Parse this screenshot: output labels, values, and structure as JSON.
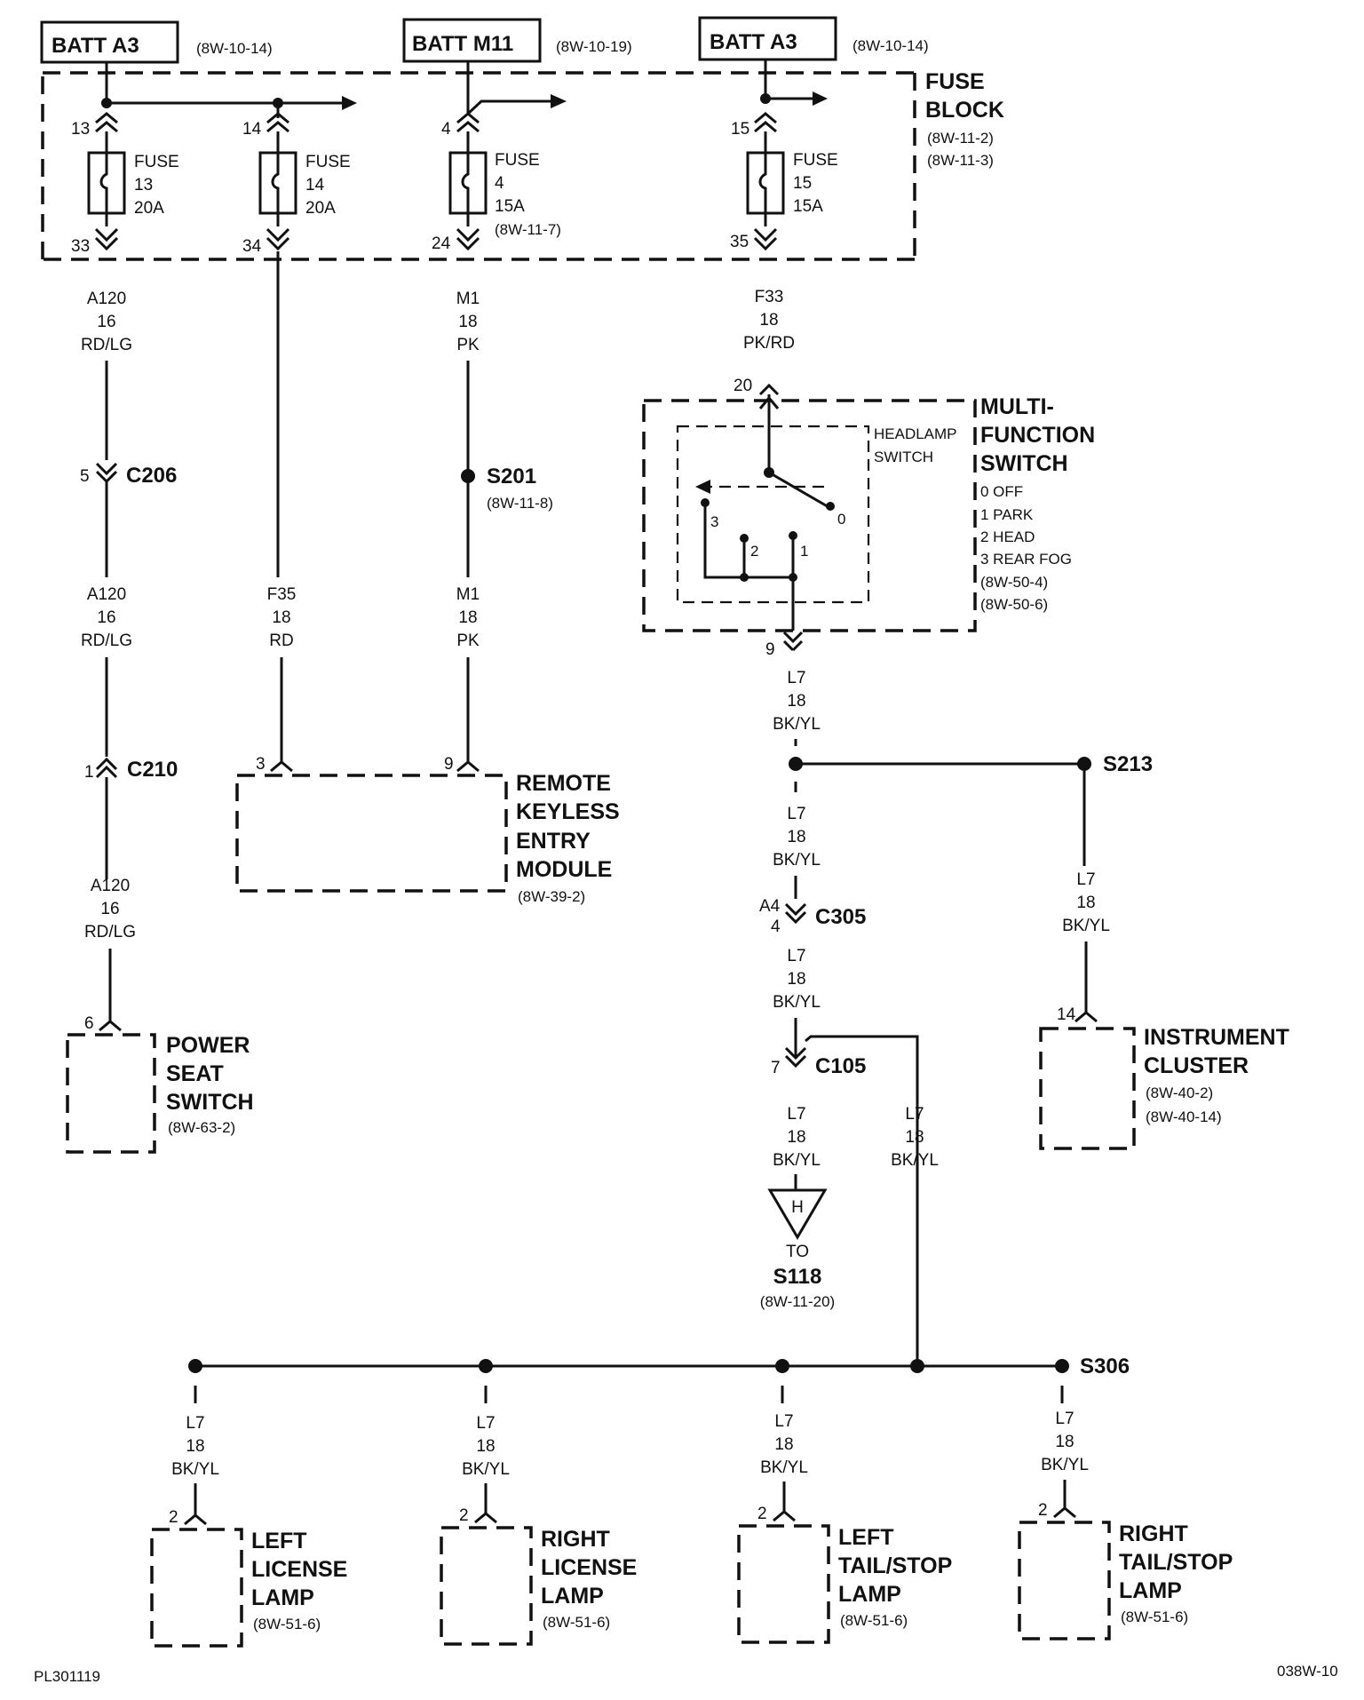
{
  "sources": [
    {
      "label": "BATT A3",
      "ref": "(8W-10-14)"
    },
    {
      "label": "BATT M11",
      "ref": "(8W-10-19)"
    },
    {
      "label": "BATT A3",
      "ref": "(8W-10-14)"
    }
  ],
  "fuse_block": {
    "title1": "FUSE",
    "title2": "BLOCK",
    "ref1": "(8W-11-2)",
    "ref2": "(8W-11-3)"
  },
  "fuses": [
    {
      "l1": "FUSE",
      "num": "13",
      "amp": "20A",
      "pin_in": "13",
      "pin_out": "33",
      "extra": ""
    },
    {
      "l1": "FUSE",
      "num": "14",
      "amp": "20A",
      "pin_in": "14",
      "pin_out": "34",
      "extra": ""
    },
    {
      "l1": "FUSE",
      "num": "4",
      "amp": "15A",
      "pin_in": "4",
      "pin_out": "24",
      "extra": "(8W-11-7)"
    },
    {
      "l1": "FUSE",
      "num": "15",
      "amp": "15A",
      "pin_in": "15",
      "pin_out": "35",
      "extra": ""
    }
  ],
  "wires": {
    "a120_1": [
      "A120",
      "16",
      "RD/LG"
    ],
    "a120_2": [
      "A120",
      "16",
      "RD/LG"
    ],
    "a120_3": [
      "A120",
      "16",
      "RD/LG"
    ],
    "f35": [
      "F35",
      "18",
      "RD"
    ],
    "m1_1": [
      "M1",
      "18",
      "PK"
    ],
    "m1_2": [
      "M1",
      "18",
      "PK"
    ],
    "f33": [
      "F33",
      "18",
      "PK/RD"
    ],
    "l7_a": [
      "L7",
      "18",
      "BK/YL"
    ],
    "l7_b": [
      "L7",
      "18",
      "BK/YL"
    ],
    "l7_c": [
      "L7",
      "18",
      "BK/YL"
    ],
    "l7_d": [
      "L7",
      "18",
      "BK/YL"
    ],
    "l7_e": [
      "L7",
      "18",
      "BK/YL"
    ],
    "l7_f": [
      "L7",
      "18",
      "BK/YL"
    ],
    "l7_g": [
      "L7",
      "18",
      "BK/YL"
    ],
    "l7_h": [
      "L7",
      "18",
      "BK/YL"
    ],
    "l7_i": [
      "L7",
      "18",
      "BK/YL"
    ],
    "l7_j": [
      "L7",
      "18",
      "BK/YL"
    ]
  },
  "connectors": {
    "c206": {
      "name": "C206",
      "pin": "5"
    },
    "c210": {
      "name": "C210",
      "pin": "1"
    },
    "c305": {
      "name": "C305",
      "pin_a": "A4",
      "pin_b": "4"
    },
    "c105": {
      "name": "C105",
      "pin": "7"
    }
  },
  "splices": {
    "s201": {
      "name": "S201",
      "ref": "(8W-11-8)"
    },
    "s213": {
      "name": "S213"
    },
    "s306": {
      "name": "S306"
    },
    "s118": {
      "to": "TO",
      "name": "S118",
      "ref": "(8W-11-20)",
      "marker": "H"
    }
  },
  "mfs": {
    "title": [
      "MULTI-",
      "FUNCTION",
      "SWITCH"
    ],
    "inner": [
      "HEADLAMP",
      "SWITCH"
    ],
    "positions": [
      "0 OFF",
      "1 PARK",
      "2 HEAD",
      "3 REAR FOG"
    ],
    "refs": [
      "(8W-50-4)",
      "(8W-50-6)"
    ],
    "pin_in": "20",
    "pin_out": "9",
    "contacts": [
      "0",
      "1",
      "2",
      "3"
    ]
  },
  "rke": {
    "lines": [
      "REMOTE",
      "KEYLESS",
      "ENTRY",
      "MODULE"
    ],
    "ref": "(8W-39-2)",
    "pin_a": "3",
    "pin_b": "9"
  },
  "pss": {
    "lines": [
      "POWER",
      "SEAT",
      "SWITCH"
    ],
    "ref": "(8W-63-2)",
    "pin": "6"
  },
  "cluster": {
    "lines": [
      "INSTRUMENT",
      "CLUSTER"
    ],
    "ref1": "(8W-40-2)",
    "ref2": "(8W-40-14)",
    "pin": "14"
  },
  "lamps": [
    {
      "l1": "LEFT",
      "l2": "LICENSE",
      "l3": "LAMP",
      "ref": "(8W-51-6)",
      "pin": "2"
    },
    {
      "l1": "RIGHT",
      "l2": "LICENSE",
      "l3": "LAMP",
      "ref": "(8W-51-6)",
      "pin": "2"
    },
    {
      "l1": "LEFT",
      "l2": "TAIL/STOP",
      "l3": "LAMP",
      "ref": "(8W-51-6)",
      "pin": "2"
    },
    {
      "l1": "RIGHT",
      "l2": "TAIL/STOP",
      "l3": "LAMP",
      "ref": "(8W-51-6)",
      "pin": "2"
    }
  ],
  "footer": {
    "left": "PL301119",
    "right": "038W-10"
  }
}
